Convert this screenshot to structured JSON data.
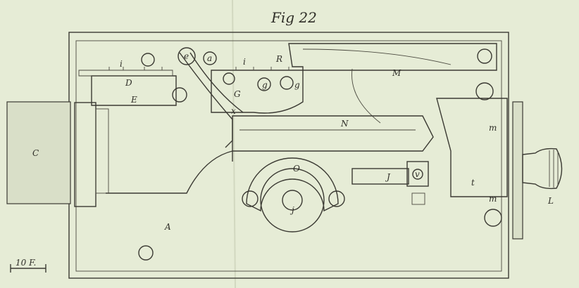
{
  "figure": {
    "title": "Fig 22",
    "scale_label": "10 F.",
    "labels": {
      "e": "e",
      "a": "a",
      "i_left": "i",
      "i_right": "i",
      "R": "R",
      "D": "D",
      "E": "E",
      "G": "G",
      "g1": "g",
      "g2": "g",
      "x": "x",
      "M": "M",
      "N": "N",
      "C": "C",
      "O": "O",
      "J": "J",
      "v": "v",
      "j": "j",
      "t": "t",
      "m_upper": "m",
      "m_lower": "m",
      "A": "A",
      "L": "L"
    }
  }
}
